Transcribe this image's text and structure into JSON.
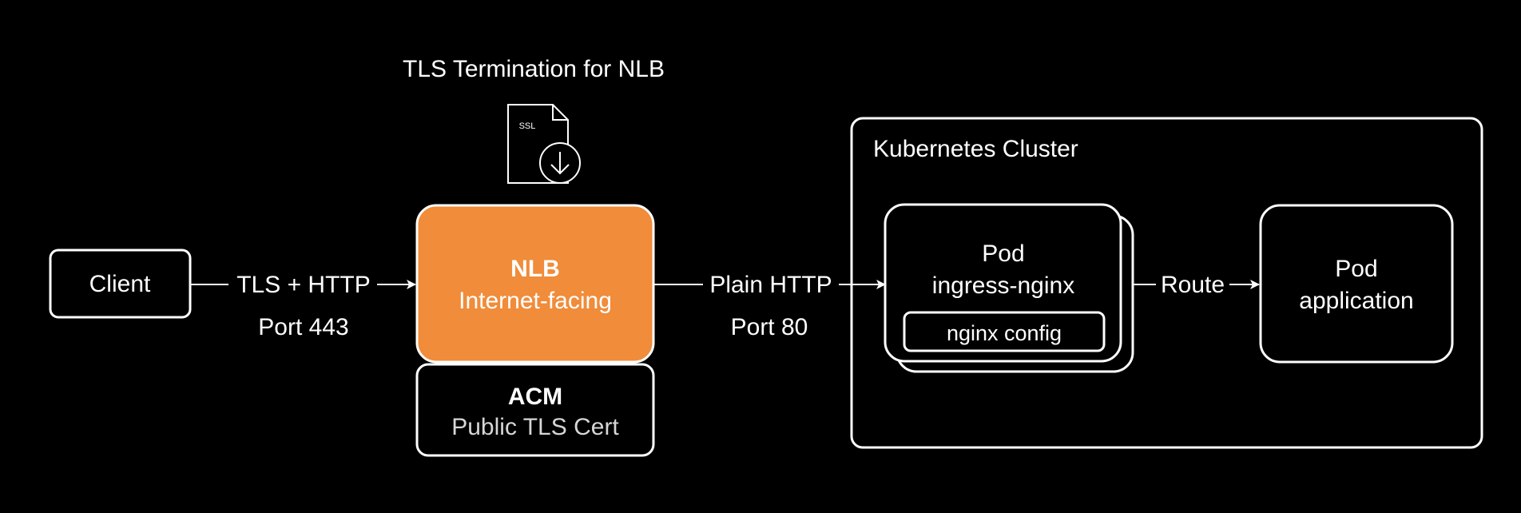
{
  "title": "TLS Termination for NLB",
  "colors": {
    "background": "#000000",
    "stroke": "#ffffff",
    "nlb_fill": "#f08c3a"
  },
  "certificate_icon": {
    "icon": "ssl-certificate-download-icon",
    "label": "SSL"
  },
  "client": {
    "label": "Client"
  },
  "link_client_nlb": {
    "label": "TLS + HTTP",
    "port": "Port 443"
  },
  "nlb": {
    "title": "NLB",
    "subtitle": "Internet-facing"
  },
  "acm": {
    "title": "ACM",
    "subtitle": "Public TLS Cert"
  },
  "link_nlb_ingress": {
    "label": "Plain HTTP",
    "port": "Port 80"
  },
  "cluster": {
    "label": "Kubernetes Cluster"
  },
  "ingress_pod": {
    "title": "Pod",
    "subtitle": "ingress-nginx",
    "config_label": "nginx config"
  },
  "link_ingress_app": {
    "label": "Route"
  },
  "app_pod": {
    "title": "Pod",
    "subtitle": "application"
  }
}
